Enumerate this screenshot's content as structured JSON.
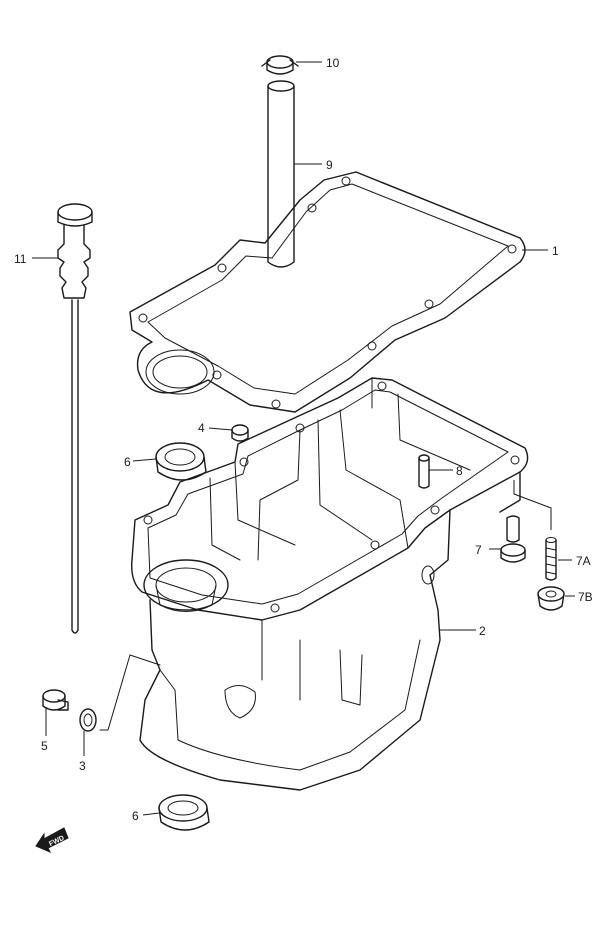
{
  "callouts": {
    "c1": "1",
    "c2": "2",
    "c3": "3",
    "c4": "4",
    "c5": "5",
    "c6a": "6",
    "c6b": "6",
    "c7": "7",
    "c7a": "7A",
    "c7b": "7B",
    "c8": "8",
    "c9": "9",
    "c10": "10",
    "c11": "11"
  },
  "fwd_label": "FWD",
  "fwd_icon": "fwd-arrow-icon"
}
